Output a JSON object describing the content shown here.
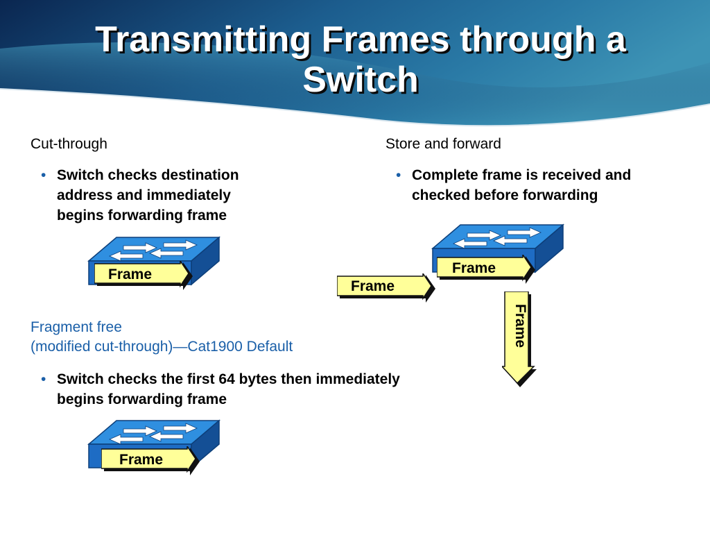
{
  "slide": {
    "title_line1": "Transmitting Frames through a",
    "title_line2": "Switch"
  },
  "cut_through": {
    "heading": "Cut-through",
    "bullet_lines": [
      "Switch checks destination",
      "address and immediately",
      "begins forwarding frame"
    ],
    "frame_label": "Frame"
  },
  "store_forward": {
    "heading": "Store and forward",
    "bullet_lines": [
      "Complete frame is received  and",
      "checked before forwarding"
    ],
    "frame_in_label": "Frame",
    "frame_switch_label": "Frame",
    "frame_down_label": "Frame"
  },
  "fragment_free": {
    "heading_line1": "Fragment free",
    "heading_line2": "(modified cut-through)—Cat1900 Default",
    "bullet_lines": [
      "Switch checks the first 64 bytes then immediately",
      "begins forwarding frame"
    ],
    "frame_label": "Frame"
  },
  "colors": {
    "header_dark": "#0b2a55",
    "header_mid": "#1d5b8f",
    "heading_blue": "#1a5fa8",
    "switch_top": "#2f8fe0",
    "switch_front": "#1e6cc4",
    "frame_yellow": "#ffff99"
  }
}
